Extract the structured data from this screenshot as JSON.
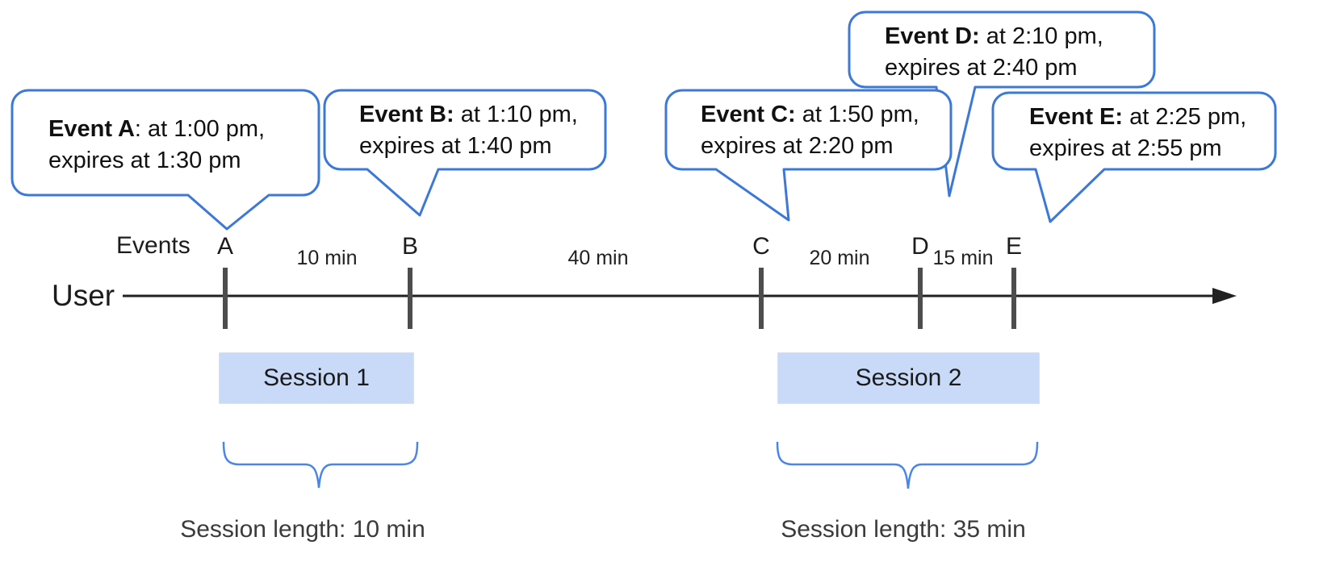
{
  "bubbles": {
    "a": {
      "bold": "Event A",
      "rest": ": at 1:00 pm,",
      "line2": "expires at 1:30 pm"
    },
    "b": {
      "bold": "Event B:",
      "rest": " at 1:10 pm,",
      "line2": "expires at 1:40 pm"
    },
    "c": {
      "bold": "Event C:",
      "rest": " at 1:50 pm,",
      "line2": "expires at 2:20 pm"
    },
    "d": {
      "bold": "Event D:",
      "rest": " at 2:10 pm,",
      "line2": "expires at 2:40 pm"
    },
    "e": {
      "bold": "Event E:",
      "rest": " at 2:25 pm,",
      "line2": "expires at 2:55 pm"
    }
  },
  "timeline": {
    "events_label": "Events",
    "user_label": "User",
    "event_marks": [
      "A",
      "B",
      "C",
      "D",
      "E"
    ],
    "intervals": [
      "10 min",
      "40 min",
      "20 min",
      "15 min"
    ]
  },
  "sessions": [
    {
      "label": "Session 1",
      "length_label": "Session length: 10 min"
    },
    {
      "label": "Session 2",
      "length_label": "Session length: 35 min"
    }
  ],
  "colors": {
    "bubble_border": "#3c78d8",
    "brace": "#4a86e8",
    "session_fill": "#c9daf8",
    "timeline_line": "#212121",
    "tick_mark": "#4d4d4d"
  }
}
